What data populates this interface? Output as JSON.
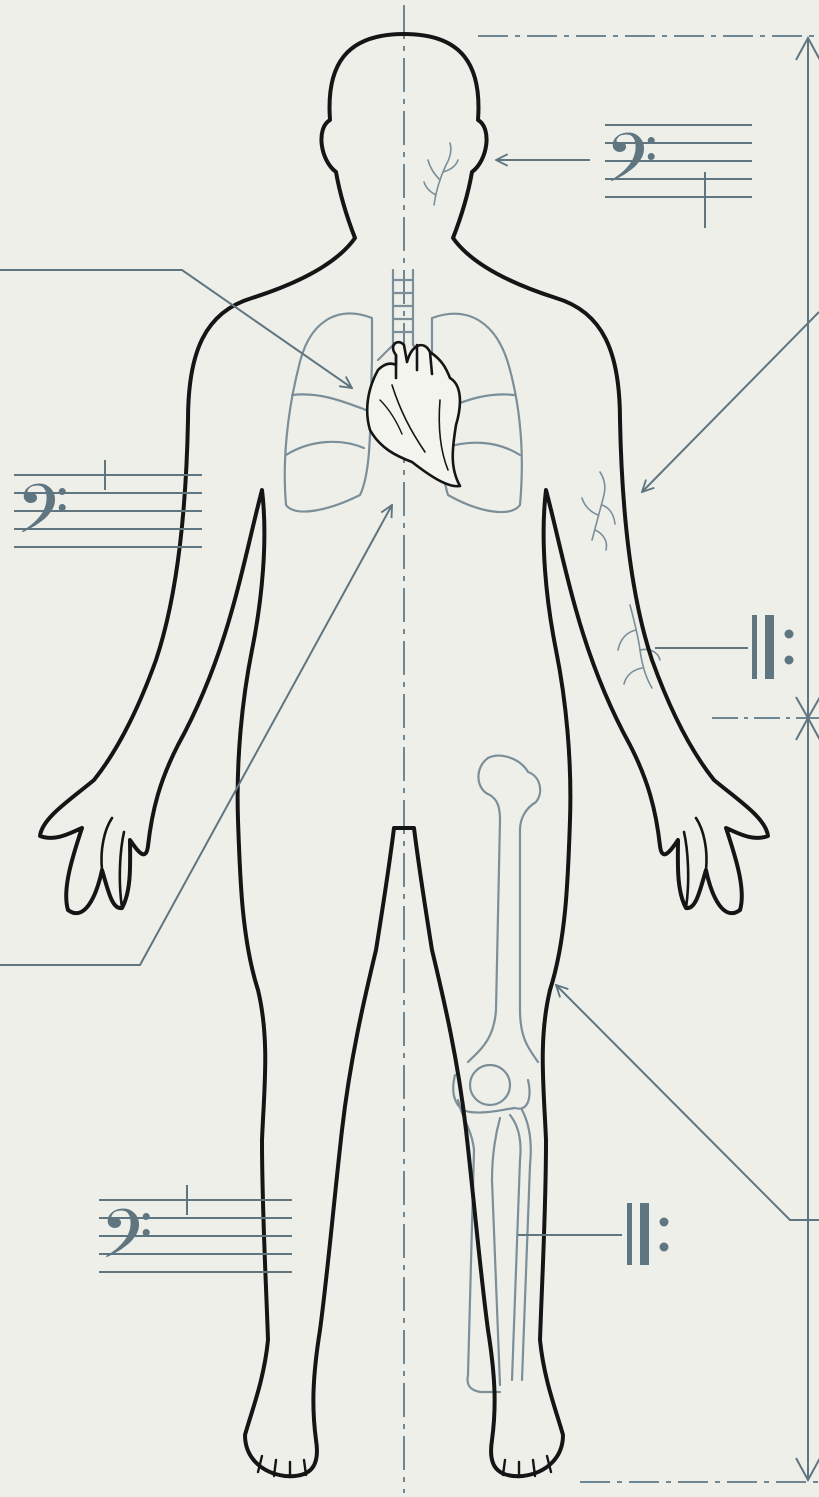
{
  "colors": {
    "background": "#efefea",
    "outline": "#151515",
    "annotation": "#5f7580",
    "anatomy": "#7a8f99"
  },
  "staves": [
    {
      "clef": "bass",
      "glyph": "𝄢",
      "target": "face"
    },
    {
      "clef": "bass",
      "glyph": "𝄢",
      "target": "heart"
    },
    {
      "clef": "bass",
      "glyph": "𝄢",
      "target": "leg"
    }
  ],
  "repeat_signs": [
    {
      "glyph": "𝄆",
      "target": "forearm-veins"
    },
    {
      "glyph": "𝄆",
      "target": "tibia-fibula"
    }
  ],
  "anatomy": {
    "organs": [
      "trachea",
      "lungs",
      "heart"
    ],
    "bones": [
      "femur",
      "patella",
      "tibia",
      "fibula"
    ],
    "vein_clusters": [
      "face",
      "upper-arm",
      "forearm"
    ]
  },
  "guides": {
    "centerline": "dash-dot",
    "dimension_line": "double-arrow"
  }
}
